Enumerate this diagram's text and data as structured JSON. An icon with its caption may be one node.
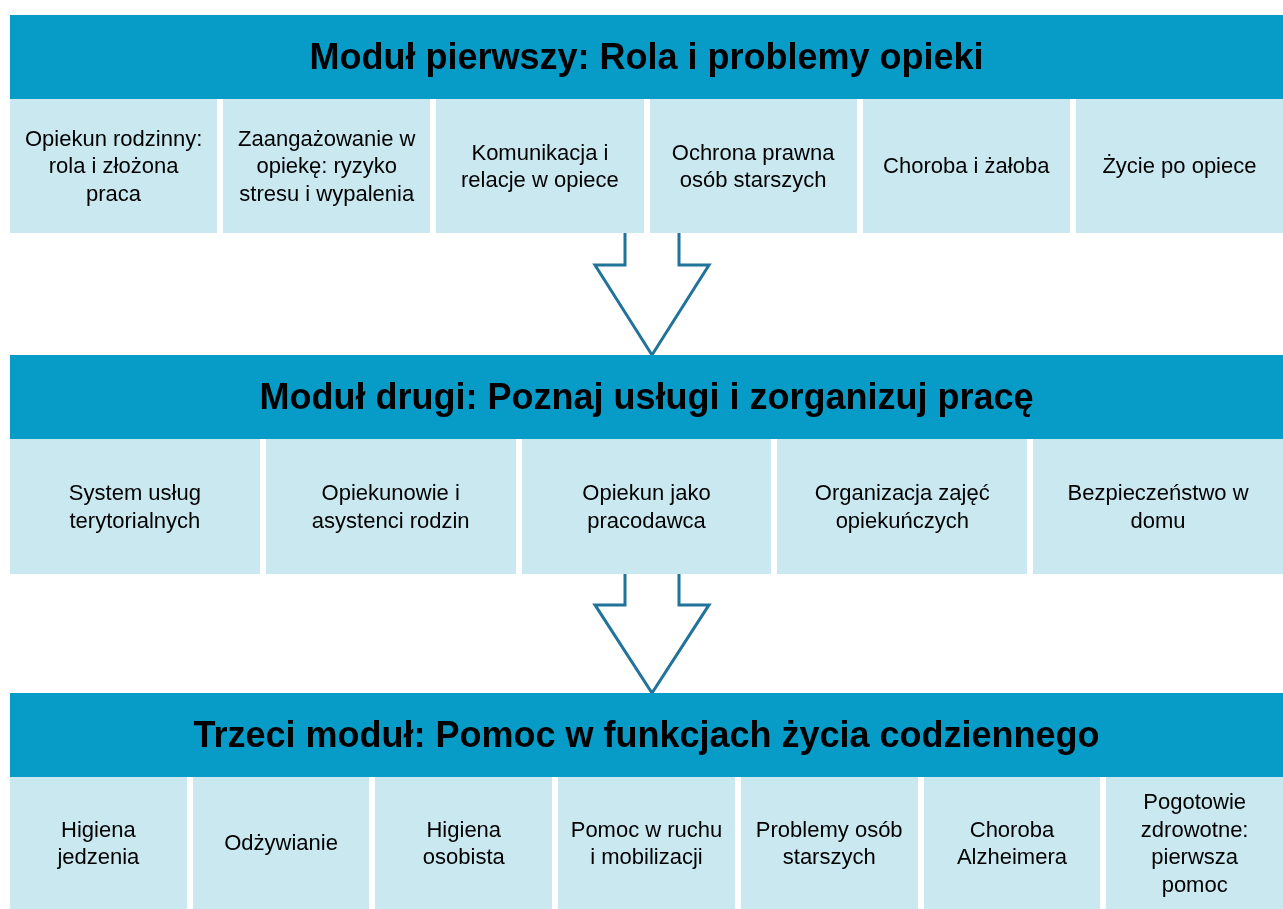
{
  "diagram": {
    "nodes": [
      {
        "text": [
          "Moduł pierwszy: Rola i problemy opieki"
        ]
      },
      {
        "text": [
          "Opiekun rodzinny: rola i złożona praca"
        ]
      },
      {
        "text": [
          "Zaangażowanie w opiekę: ryzyko stresu i wypalenia"
        ]
      },
      {
        "text": [
          "Komunikacja i relacje w opiece"
        ]
      },
      {
        "text": [
          "Ochrona prawna osób starszych"
        ]
      },
      {
        "text": [
          "Choroba i żałoba"
        ]
      },
      {
        "text": [
          "Życie po opiece"
        ]
      },
      {
        "text": [
          "Moduł drugi: Poznaj usługi i zorganizuj pracę"
        ]
      },
      {
        "text": [
          "System usług terytorialnych"
        ]
      },
      {
        "text": [
          "Opiekunowie i asystenci rodzin"
        ]
      },
      {
        "text": [
          "Opiekun jako pracodawca"
        ]
      },
      {
        "text": [
          "Organizacja zajęć opiekuńczych"
        ]
      },
      {
        "text": [
          "Bezpieczeństwo w domu"
        ]
      },
      {
        "text": [
          "Trzeci moduł: Pomoc w funkcjach życia codziennego"
        ]
      },
      {
        "text": [
          "Higiena jedzenia"
        ]
      },
      {
        "text": [
          "Odżywianie"
        ]
      },
      {
        "text": [
          "Higiena osobista"
        ]
      },
      {
        "text": [
          "Pomoc w ruchu i mobilizacji"
        ]
      },
      {
        "text": [
          "Problemy osób starszych"
        ]
      },
      {
        "text": [
          "Choroba Alzheimera"
        ]
      },
      {
        "text": [
          "Pogotowie zdrowotne: pierwsza pomoc"
        ]
      }
    ],
    "edges": [
      {
        "from": 3,
        "to": 7,
        "arrow": "to"
      },
      {
        "from": 10,
        "to": 13,
        "arrow": "to"
      }
    ]
  }
}
